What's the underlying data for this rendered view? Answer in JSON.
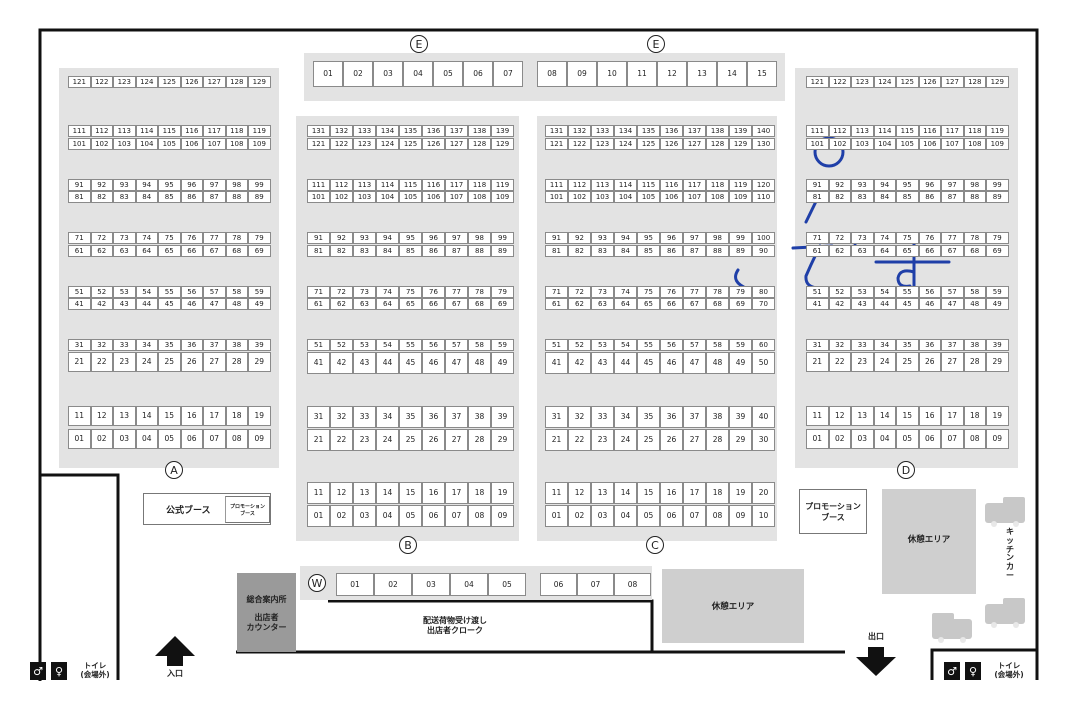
{
  "blocks": {
    "A": "Ⓐ",
    "B": "Ⓑ",
    "C": "Ⓒ",
    "D": "Ⓓ",
    "E1": "Ⓔ",
    "E2": "Ⓔ",
    "W": "Ⓦ",
    "A_label": "A",
    "B_label": "B",
    "C_label": "C",
    "D_label": "D",
    "E_label": "E",
    "W_label": "W"
  },
  "booth_rows": {
    "e_left": [
      "01",
      "02",
      "03",
      "04",
      "05",
      "06",
      "07"
    ],
    "e_right": [
      "08",
      "09",
      "10",
      "11",
      "12",
      "13",
      "14",
      "15"
    ],
    "w_left": [
      "01",
      "02",
      "03",
      "04",
      "05"
    ],
    "w_right": [
      "06",
      "07",
      "08"
    ],
    "ad_rows": [
      [
        "121",
        "122",
        "123",
        "124",
        "125",
        "126",
        "127",
        "128",
        "129"
      ],
      [
        "111",
        "112",
        "113",
        "114",
        "115",
        "116",
        "117",
        "118",
        "119"
      ],
      [
        "101",
        "102",
        "103",
        "104",
        "105",
        "106",
        "107",
        "108",
        "109"
      ],
      [
        "91",
        "92",
        "93",
        "94",
        "95",
        "96",
        "97",
        "98",
        "99"
      ],
      [
        "81",
        "82",
        "83",
        "84",
        "85",
        "86",
        "87",
        "88",
        "89"
      ],
      [
        "71",
        "72",
        "73",
        "74",
        "75",
        "76",
        "77",
        "78",
        "79"
      ],
      [
        "61",
        "62",
        "63",
        "64",
        "65",
        "66",
        "67",
        "68",
        "69"
      ],
      [
        "51",
        "52",
        "53",
        "54",
        "55",
        "56",
        "57",
        "58",
        "59"
      ],
      [
        "41",
        "42",
        "43",
        "44",
        "45",
        "46",
        "47",
        "48",
        "49"
      ],
      [
        "31",
        "32",
        "33",
        "34",
        "35",
        "36",
        "37",
        "38",
        "39"
      ],
      [
        "21",
        "22",
        "23",
        "24",
        "25",
        "26",
        "27",
        "28",
        "29"
      ],
      [
        "11",
        "12",
        "13",
        "14",
        "15",
        "16",
        "17",
        "18",
        "19"
      ],
      [
        "01",
        "02",
        "03",
        "04",
        "05",
        "06",
        "07",
        "08",
        "09"
      ]
    ],
    "b_rows": [
      [
        "131",
        "132",
        "133",
        "134",
        "135",
        "136",
        "137",
        "138",
        "139"
      ],
      [
        "121",
        "122",
        "123",
        "124",
        "125",
        "126",
        "127",
        "128",
        "129"
      ],
      [
        "111",
        "112",
        "113",
        "114",
        "115",
        "116",
        "117",
        "118",
        "119"
      ],
      [
        "101",
        "102",
        "103",
        "104",
        "105",
        "106",
        "107",
        "108",
        "109"
      ],
      [
        "91",
        "92",
        "93",
        "94",
        "95",
        "96",
        "97",
        "98",
        "99"
      ],
      [
        "81",
        "82",
        "83",
        "84",
        "85",
        "86",
        "87",
        "88",
        "89"
      ],
      [
        "71",
        "72",
        "73",
        "74",
        "75",
        "76",
        "77",
        "78",
        "79"
      ],
      [
        "61",
        "62",
        "63",
        "64",
        "65",
        "66",
        "67",
        "68",
        "69"
      ],
      [
        "51",
        "52",
        "53",
        "54",
        "55",
        "56",
        "57",
        "58",
        "59"
      ],
      [
        "41",
        "42",
        "43",
        "44",
        "45",
        "46",
        "47",
        "48",
        "49"
      ],
      [
        "31",
        "32",
        "33",
        "34",
        "35",
        "36",
        "37",
        "38",
        "39"
      ],
      [
        "21",
        "22",
        "23",
        "24",
        "25",
        "26",
        "27",
        "28",
        "29"
      ],
      [
        "11",
        "12",
        "13",
        "14",
        "15",
        "16",
        "17",
        "18",
        "19"
      ],
      [
        "01",
        "02",
        "03",
        "04",
        "05",
        "06",
        "07",
        "08",
        "09"
      ]
    ],
    "c_rows": [
      [
        "131",
        "132",
        "133",
        "134",
        "135",
        "136",
        "137",
        "138",
        "139",
        "140"
      ],
      [
        "121",
        "122",
        "123",
        "124",
        "125",
        "126",
        "127",
        "128",
        "129",
        "130"
      ],
      [
        "111",
        "112",
        "113",
        "114",
        "115",
        "116",
        "117",
        "118",
        "119",
        "120"
      ],
      [
        "101",
        "102",
        "103",
        "104",
        "105",
        "106",
        "107",
        "108",
        "109",
        "110"
      ],
      [
        "91",
        "92",
        "93",
        "94",
        "95",
        "96",
        "97",
        "98",
        "99",
        "100"
      ],
      [
        "81",
        "82",
        "83",
        "84",
        "85",
        "86",
        "87",
        "88",
        "89",
        "90"
      ],
      [
        "71",
        "72",
        "73",
        "74",
        "75",
        "76",
        "77",
        "78",
        "79",
        "80"
      ],
      [
        "61",
        "62",
        "63",
        "64",
        "65",
        "66",
        "67",
        "68",
        "69",
        "70"
      ],
      [
        "51",
        "52",
        "53",
        "54",
        "55",
        "56",
        "57",
        "58",
        "59",
        "60"
      ],
      [
        "41",
        "42",
        "43",
        "44",
        "45",
        "46",
        "47",
        "48",
        "49",
        "50"
      ],
      [
        "31",
        "32",
        "33",
        "34",
        "35",
        "36",
        "37",
        "38",
        "39",
        "40"
      ],
      [
        "21",
        "22",
        "23",
        "24",
        "25",
        "26",
        "27",
        "28",
        "29",
        "30"
      ],
      [
        "11",
        "12",
        "13",
        "14",
        "15",
        "16",
        "17",
        "18",
        "19",
        "20"
      ],
      [
        "01",
        "02",
        "03",
        "04",
        "05",
        "06",
        "07",
        "08",
        "09",
        "10"
      ]
    ]
  },
  "labels": {
    "official_booth": "公式ブース",
    "promo_booth_small": "プロモーション\nブース",
    "promo_booth": "プロモーション\nブース",
    "rest_area_1": "休憩エリア",
    "rest_area_2": "休憩エリア",
    "kitchen_car": "キッチンカー",
    "info": "総合案内所",
    "exhibitor_counter": "出店者\nカウンター",
    "delivery": "配送荷物受け渡し\n出店者クローク",
    "entrance": "入口",
    "exit": "出口",
    "toilet_left": "トイレ\n(会場外)",
    "toilet_right": "トイレ\n(会場外)"
  },
  "handwriting": {
    "text": "ここです",
    "color": "#1f3fa8"
  },
  "colors": {
    "block_bg": "#e3e3e3",
    "rest_bg": "#cfcfcf",
    "info_bg": "#9a9a9a",
    "wall": "#111111",
    "car": "#c8c8c8",
    "ink": "#1f3fa8"
  }
}
